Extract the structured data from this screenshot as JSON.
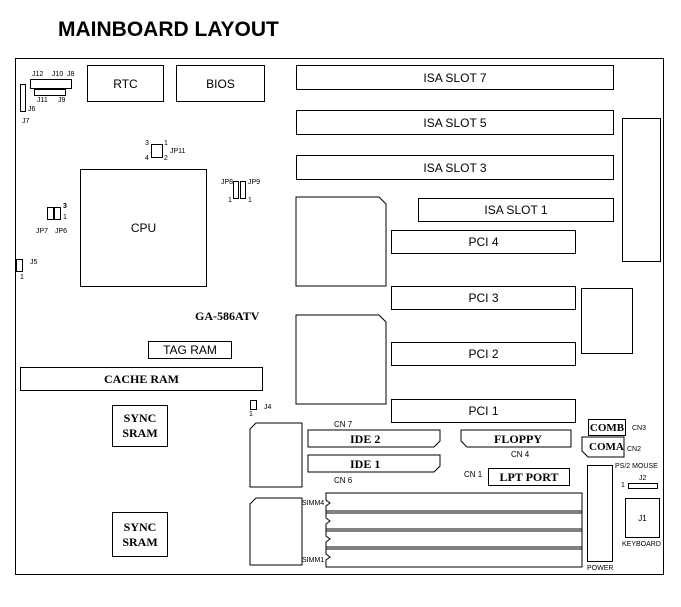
{
  "title": "MAINBOARD LAYOUT",
  "components": {
    "rtc": "RTC",
    "bios": "BIOS",
    "cpu": "CPU",
    "model": "GA-586ATV",
    "tag_ram": "TAG RAM",
    "cache_ram": "CACHE RAM",
    "sync_sram_1": "SYNC\nSRAM",
    "sync_sram_2": "SYNC\nSRAM",
    "ide2": "IDE 2",
    "ide1": "IDE 1",
    "floppy": "FLOPPY",
    "lpt_port": "LPT PORT",
    "comb": "COMB",
    "coma": "COMA",
    "keyboard": "KEYBOARD",
    "power": "POWER",
    "ps2_mouse": "PS/2 MOUSE"
  },
  "slots": {
    "isa7": "ISA SLOT  7",
    "isa5": "ISA SLOT  5",
    "isa3": "ISA SLOT  3",
    "isa1": "ISA SLOT  1",
    "pci4": "PCI 4",
    "pci3": "PCI 3",
    "pci2": "PCI 2",
    "pci1": "PCI 1"
  },
  "jumpers": {
    "j12": "J12",
    "j10": "J10",
    "j8": "J8",
    "j11": "J11",
    "j9": "J9",
    "j6": "J6",
    "j7": "J7",
    "jp11": "JP11",
    "jp11_pin3": "3",
    "jp11_pin1": "1",
    "jp11_pin4": "4",
    "jp11_pin2": "2",
    "jp8": "JP8",
    "jp9": "JP9",
    "jp8_pin": "1",
    "jp9_pin": "1",
    "jp7": "JP7",
    "jp6": "JP6",
    "jp67_pin3": "3",
    "jp67_pin1": "1",
    "j5": "J5",
    "j5_pin": "1",
    "j4": "J4",
    "j4_pin": "1",
    "j2": "J2",
    "j2_pin": "1",
    "j1": "J1",
    "cn7": "CN 7",
    "cn6": "CN 6",
    "cn4": "CN 4",
    "cn1": "CN 1",
    "cn3": "CN3",
    "cn2": "CN2",
    "simm4": "SIMM4",
    "simm1": "SIMM1"
  }
}
